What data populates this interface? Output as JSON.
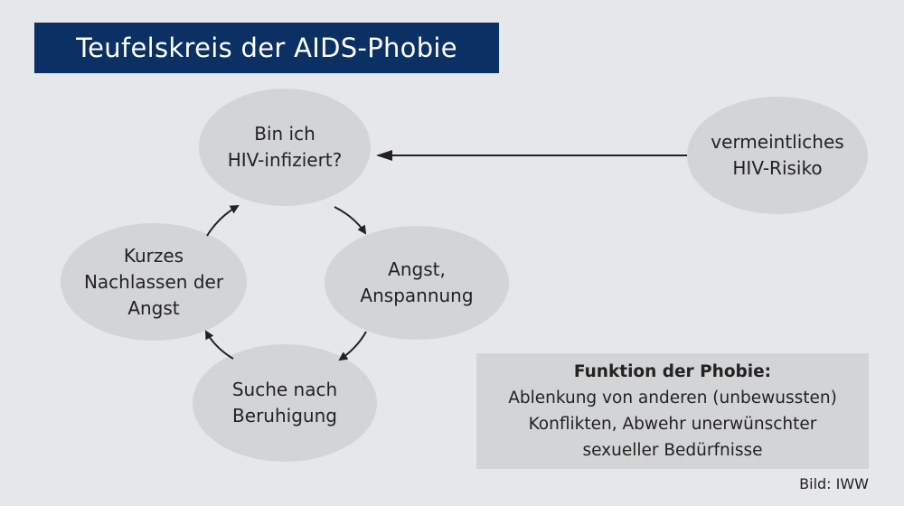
{
  "title": "Teufelskreis der AIDS-Phobie",
  "nodes": {
    "infected": "Bin ich\nHIV-infiziert?",
    "anxiety": "Angst,\nAnspannung",
    "reassurance": "Suche nach\nBeruhigung",
    "relief": "Kurzes\nNachlassen der\nAngst",
    "risk": "vermeintliches\nHIV-Risiko"
  },
  "function_box": {
    "heading": "Funktion der Phobie:",
    "lines": [
      "Ablenkung von anderen (unbewussten)",
      "Konflikten, Abwehr unerwünschter",
      "sexueller Bedürfnisse"
    ]
  },
  "credit": "Bild: IWW",
  "colors": {
    "title_bg": "#0a3064",
    "ellipse": "#d3d4d6",
    "background": "#e6e7e9"
  }
}
